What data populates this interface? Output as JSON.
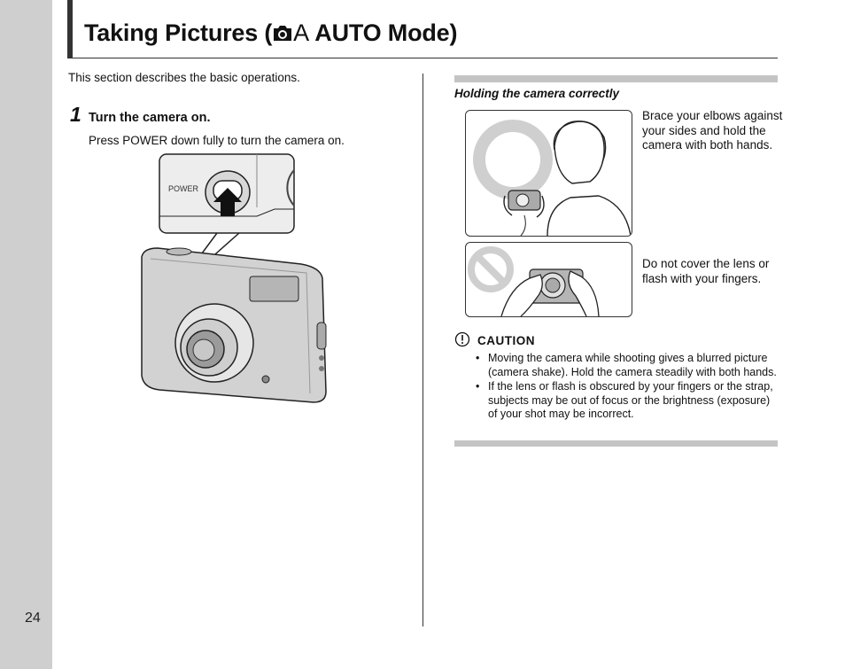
{
  "page": {
    "number": "24",
    "title_prefix": "Taking Pictures (",
    "title_mode_letter": "A",
    "title_suffix": " AUTO Mode)"
  },
  "left_column": {
    "intro": "This section describes the basic operations.",
    "step": {
      "number": "1",
      "heading": "Turn the camera on.",
      "body": "Press POWER down fully to turn the camera on."
    },
    "illustration": {
      "power_label": "POWER"
    }
  },
  "right_column": {
    "holding_heading": "Holding the camera correctly",
    "correct_caption": "Brace your elbows against your sides and hold the camera with both hands.",
    "incorrect_caption": "Do not cover the lens or flash with your fingers.",
    "caution": {
      "heading": "CAUTION",
      "items": [
        "Moving the camera while shooting gives a blurred picture (camera shake). Hold the camera steadily with both hands.",
        "If the lens or flash is obscured by your fingers or the strap, subjects may be out of focus or the brightness (exposure) of your shot may be incorrect."
      ]
    }
  },
  "colors": {
    "sidebar": "#cfcfcf",
    "rule": "#c4c4c4",
    "text": "#111111"
  }
}
